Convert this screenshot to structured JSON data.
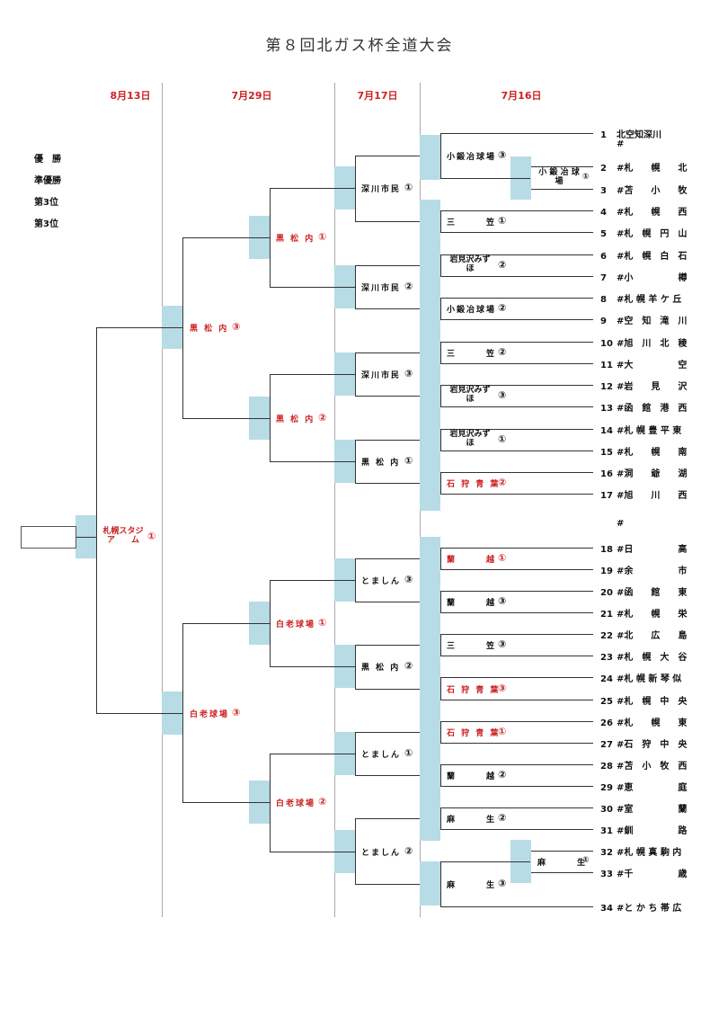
{
  "title": "第８回北ガス杯全道大会",
  "dates": [
    "8月13日",
    "7月29日",
    "7月17日",
    "7月16日"
  ],
  "rankings": [
    "優　勝",
    "準優勝",
    "第3位",
    "第3位"
  ],
  "colors": {
    "accent_red": "#cc2222",
    "highlight_blue": "#b7dce6",
    "line": "#333333"
  },
  "teams": [
    {
      "num": "1",
      "name": "北空知深川",
      "seed_mark": "#"
    },
    {
      "num": "2",
      "name": "#札　　幌　　北"
    },
    {
      "num": "3",
      "name": "#苫　　小　　牧"
    },
    {
      "num": "4",
      "name": "#札　　幌　　西"
    },
    {
      "num": "5",
      "name": "#札　幌　円　山"
    },
    {
      "num": "6",
      "name": "#札　幌　白　石"
    },
    {
      "num": "7",
      "name": "#小　　　　　樽"
    },
    {
      "num": "8",
      "name": "#札 幌 羊 ケ 丘"
    },
    {
      "num": "9",
      "name": "#空　知　滝　川"
    },
    {
      "num": "10",
      "name": "#旭　川　北　稜"
    },
    {
      "num": "11",
      "name": "#大　　　　　空"
    },
    {
      "num": "12",
      "name": "#岩　　見　　沢"
    },
    {
      "num": "13",
      "name": "#函　館　港　西"
    },
    {
      "num": "14",
      "name": "#札 幌 豊 平 東"
    },
    {
      "num": "15",
      "name": "#札　　幌　　南"
    },
    {
      "num": "16",
      "name": "#洞　　爺　　湖"
    },
    {
      "num": "17",
      "name": "#旭　　川　　西"
    },
    {
      "num": "18",
      "name": "#日　　　　　高"
    },
    {
      "num": "19",
      "name": "#余　　　　　市"
    },
    {
      "num": "20",
      "name": "#函　　館　　東"
    },
    {
      "num": "21",
      "name": "#札　　幌　　栄"
    },
    {
      "num": "22",
      "name": "#北　　広　　島"
    },
    {
      "num": "23",
      "name": "#札　幌　大　谷"
    },
    {
      "num": "24",
      "name": "#札 幌 新 琴 似"
    },
    {
      "num": "25",
      "name": "#札　幌　中　央"
    },
    {
      "num": "26",
      "name": "#札　　幌　　東"
    },
    {
      "num": "27",
      "name": "#石　狩　中　央"
    },
    {
      "num": "28",
      "name": "#苫　小　牧　西"
    },
    {
      "num": "29",
      "name": "#恵　　　　　庭"
    },
    {
      "num": "30",
      "name": "#室　　　　　蘭"
    },
    {
      "num": "31",
      "name": "#釧　　　　　路"
    },
    {
      "num": "32",
      "name": "#札 幌 真 駒 内"
    },
    {
      "num": "33",
      "name": "#千　　　　　歳"
    },
    {
      "num": "34",
      "name": "#と か ち 帯 広"
    }
  ],
  "stray_mark": "#",
  "venues": {
    "pre": {
      "label1": "小 鍛 冶 球",
      "label2": "場",
      "num": "①"
    },
    "pre2": {
      "label": "麻　　　生",
      "num": "①"
    },
    "r1": [
      {
        "label": "小鍛冶球場",
        "num": "③",
        "red": false
      },
      {
        "label": "三　　　笠",
        "num": "①",
        "red": false
      },
      {
        "label1": "岩見沢みず",
        "label2": "ほ",
        "num": "②",
        "red": false
      },
      {
        "label": "小鍛冶球場",
        "num": "②",
        "red": false
      },
      {
        "label": "三　　　笠",
        "num": "②",
        "red": false
      },
      {
        "label1": "岩見沢みず",
        "label2": "ほ",
        "num": "③",
        "red": false
      },
      {
        "label1": "岩見沢みず",
        "label2": "ほ",
        "num": "①",
        "red": false
      },
      {
        "label": "石 狩 青 葉",
        "num": "②",
        "red": true
      },
      {
        "label": "蘭　　　越",
        "num": "①",
        "red": true
      },
      {
        "label": "蘭　　　越",
        "num": "③",
        "red": false
      },
      {
        "label": "三　　　笠",
        "num": "③",
        "red": false
      },
      {
        "label": "石 狩 青 葉",
        "num": "③",
        "red": true
      },
      {
        "label": "石 狩 青 葉",
        "num": "①",
        "red": true
      },
      {
        "label": "蘭　　　越",
        "num": "②",
        "red": false
      },
      {
        "label": "麻　　　生",
        "num": "②",
        "red": false
      },
      {
        "label": "麻　　　生",
        "num": "③",
        "red": false
      }
    ],
    "r2": [
      {
        "label": "深川市民",
        "num": "①"
      },
      {
        "label": "深川市民",
        "num": "②"
      },
      {
        "label": "深川市民",
        "num": "③"
      },
      {
        "label": "黒 松 内",
        "num": "①"
      },
      {
        "label": "とましん",
        "num": "③"
      },
      {
        "label": "黒 松 内",
        "num": "②"
      },
      {
        "label": "とましん",
        "num": "①"
      },
      {
        "label": "とましん",
        "num": "②"
      }
    ],
    "qf": [
      {
        "label": "黒 松 内",
        "num": "①"
      },
      {
        "label": "黒 松 内",
        "num": "②"
      },
      {
        "label": "白老球場",
        "num": "①"
      },
      {
        "label": "白老球場",
        "num": "②"
      }
    ],
    "sf": [
      {
        "label": "黒 松 内",
        "num": "③"
      },
      {
        "label": "白老球場",
        "num": "③"
      }
    ],
    "final": {
      "label1": "札幌スタジ",
      "label2": "ア　　ム",
      "num": "①"
    }
  }
}
